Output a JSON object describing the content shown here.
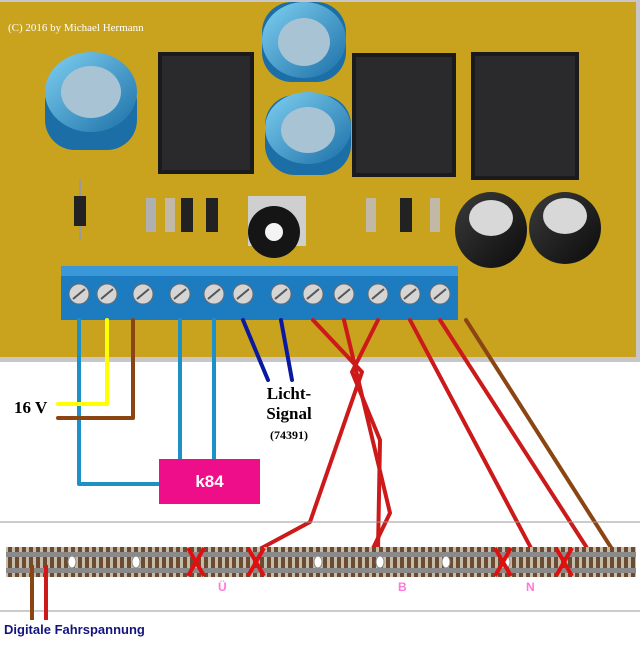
{
  "copyright": "(C) 2016 by Michael Hermann",
  "power_label": "16 V",
  "signal_label": {
    "line1": "Licht-",
    "line2": "Signal",
    "line3": "(74391)"
  },
  "decoder_label": "k84",
  "section_labels": {
    "u": "Ü",
    "b": "B",
    "n": "N"
  },
  "caption": "Digitale Fahrspannung",
  "colors": {
    "pcb": "#c9a21e",
    "terminal_block": "#1d7bc0",
    "wire_yellow": "#ffff00",
    "wire_brown": "#8b4513",
    "wire_light_blue": "#1e90c8",
    "wire_dark_blue": "#0a1aa0",
    "wire_red": "#cc1a1a",
    "decoder_box": "#ee0e8a",
    "track_gap_mark": "#e01010",
    "caption_text": "#14147e"
  },
  "icons": [
    "relay-icon",
    "capacitor-icon",
    "diode-icon",
    "potentiometer-icon",
    "screw-terminal-icon",
    "track-gap-icon"
  ]
}
